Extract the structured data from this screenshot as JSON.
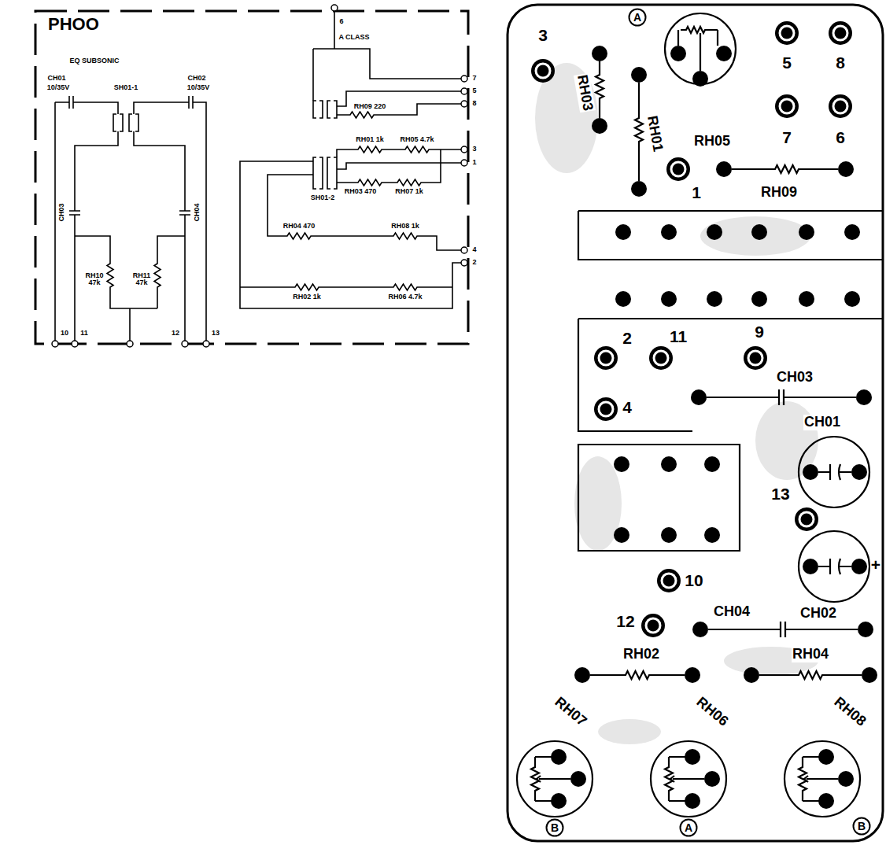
{
  "diagram": {
    "nodes": [
      {
        "text": [
          "PHOO"
        ]
      }
    ],
    "labels": [
      "6",
      "A CLASS",
      "EQ SUBSONIC",
      "CH01",
      "10/35V",
      "SH01-1",
      "CH02",
      "10/35V",
      "RH09 220",
      "7",
      "5",
      "8",
      "RH01 1k",
      "RH05 4.7k",
      "3",
      "1",
      "SH01-2",
      "RH03 470",
      "RH07 1k",
      "RH04 470",
      "RH08 1k",
      "4",
      "2",
      "RH02 1k",
      "RH06 4.7k",
      "CH03",
      "CH04",
      "RH10 47k",
      "RH11 47k",
      "10",
      "11",
      "12",
      "13",
      "3",
      "A",
      "RH03",
      "RH01",
      "RH05",
      "5",
      "8",
      "7",
      "6",
      "1",
      "RH09",
      "2",
      "11",
      "9",
      "4",
      "CH03",
      "CH01",
      "13",
      "+",
      "10",
      "CH04",
      "CH02",
      "12",
      "RH02",
      "RH04",
      "RH07",
      "RH06",
      "RH08",
      "B",
      "A",
      "B"
    ]
  }
}
